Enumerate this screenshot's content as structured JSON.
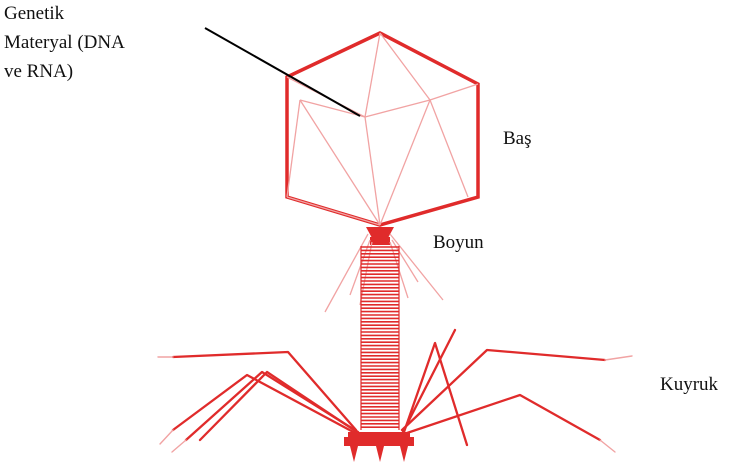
{
  "diagram": {
    "labels": {
      "genetic_material_line1": "Genetik",
      "genetic_material_line2": "Materyal (DNA",
      "genetic_material_line3": "ve RNA)",
      "head": "Baş",
      "neck": "Boyun",
      "tail": "Kuyruk"
    },
    "colors": {
      "primary": "#e02b2b",
      "light": "#f1a3a3",
      "pointer": "#000000",
      "text": "#111111"
    }
  }
}
